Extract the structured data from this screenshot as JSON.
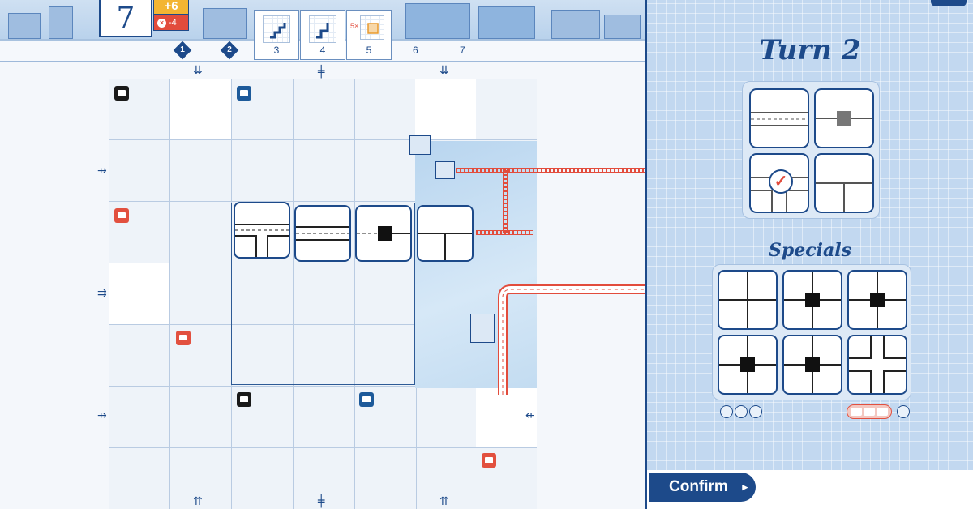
{
  "header": {
    "score": "7",
    "bonus": "+6",
    "penalty": "-4"
  },
  "round_track": {
    "markers": [
      "1",
      "2"
    ],
    "cards": [
      {
        "label": "3",
        "icon": "stair-pattern-icon"
      },
      {
        "label": "4",
        "icon": "stair-pattern-icon"
      },
      {
        "label": "5",
        "icon": "grid-target-icon",
        "prefix": "5×"
      }
    ],
    "future": [
      "6",
      "7"
    ]
  },
  "panel": {
    "turn_title": "Turn 2",
    "specials_title": "Specials",
    "confirm_label": "Confirm"
  },
  "colors": {
    "accent": "#1d4a8a",
    "rail": "#e24c3c",
    "bonus": "#f3b533",
    "panel": "#c2d8f0"
  }
}
